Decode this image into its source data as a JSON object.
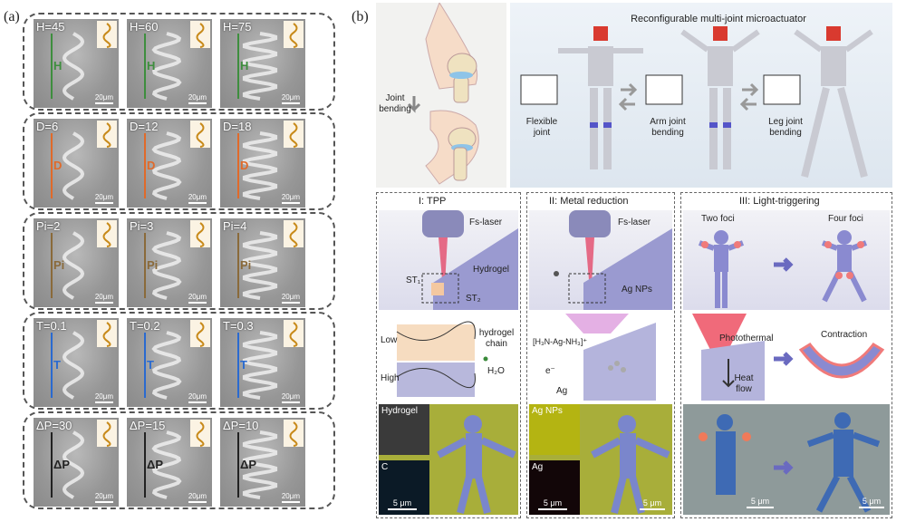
{
  "panel_a": {
    "label": "(a)",
    "rows": [
      {
        "tiles": [
          "H=45",
          "H=60",
          "H=75"
        ],
        "symbol": "H"
      },
      {
        "tiles": [
          "D=6",
          "D=12",
          "D=18"
        ],
        "symbol": "D"
      },
      {
        "tiles": [
          "Pi=2",
          "Pi=3",
          "Pi=4"
        ],
        "symbol": "Pi"
      },
      {
        "tiles": [
          "T=0.1",
          "T=0.2",
          "T=0.3"
        ],
        "symbol": "T"
      },
      {
        "tiles": [
          "ΔP=30",
          "ΔP=15",
          "ΔP=10"
        ],
        "symbol": "ΔP"
      }
    ],
    "scale": "20μm"
  },
  "panel_b": {
    "label": "(b)",
    "title": "Reconfigurable multi-joint microactuator",
    "joint_bending": "Joint bending",
    "flexible_joint": "Flexible joint",
    "arm_joint": "Arm joint bending",
    "leg_joint": "Leg joint bending",
    "sec1": {
      "title": "I: TPP",
      "fs_laser": "Fs-laser",
      "hydrogel": "Hydrogel",
      "st1": "ST₁",
      "st2": "ST₂",
      "low": "Low",
      "high": "High",
      "chain": "hydrogel chain",
      "water": "H₂O",
      "img_hydrogel": "Hydrogel",
      "img_c": "C",
      "scale": "5 μm"
    },
    "sec2": {
      "title": "II: Metal reduction",
      "fs_laser": "Fs-laser",
      "ag_nps": "Ag NPs",
      "complex": "[H₃N-Ag-NH₃]⁺",
      "electron": "e⁻",
      "ag": "Ag",
      "img_agnps": "Ag NPs",
      "img_ag": "Ag",
      "scale": "5 μm",
      "scale2": "5 μm"
    },
    "sec3": {
      "title": "III: Light-triggering",
      "two_foci": "Two foci",
      "four_foci": "Four foci",
      "photothermal": "Photothermal",
      "heat_flow": "Heat flow",
      "contraction": "Contraction",
      "scale": "5 μm",
      "scale2": "5 μm"
    }
  }
}
